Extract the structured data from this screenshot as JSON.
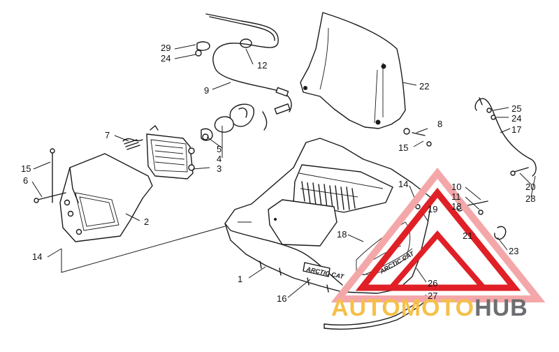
{
  "diagram": {
    "callouts": [
      {
        "id": "c29",
        "text": "29"
      },
      {
        "id": "c24a",
        "text": "24"
      },
      {
        "id": "c12",
        "text": "12"
      },
      {
        "id": "c9",
        "text": "9"
      },
      {
        "id": "c7",
        "text": "7"
      },
      {
        "id": "c5",
        "text": "5"
      },
      {
        "id": "c4",
        "text": "4"
      },
      {
        "id": "c3",
        "text": "3"
      },
      {
        "id": "c15a",
        "text": "15"
      },
      {
        "id": "c6",
        "text": "6"
      },
      {
        "id": "c2",
        "text": "2"
      },
      {
        "id": "c14a",
        "text": "14"
      },
      {
        "id": "c1",
        "text": "1"
      },
      {
        "id": "c16",
        "text": "16"
      },
      {
        "id": "c18",
        "text": "18"
      },
      {
        "id": "c14b",
        "text": "14"
      },
      {
        "id": "c19",
        "text": "19"
      },
      {
        "id": "c22",
        "text": "22"
      },
      {
        "id": "c8",
        "text": "8"
      },
      {
        "id": "c15b",
        "text": "15"
      },
      {
        "id": "c25",
        "text": "25"
      },
      {
        "id": "c24b",
        "text": "24"
      },
      {
        "id": "c17",
        "text": "17"
      },
      {
        "id": "c10",
        "text": "10"
      },
      {
        "id": "c11",
        "text": "11"
      },
      {
        "id": "c13",
        "text": "13"
      },
      {
        "id": "c20",
        "text": "20"
      },
      {
        "id": "c28",
        "text": "28"
      },
      {
        "id": "c21",
        "text": "21"
      },
      {
        "id": "c23",
        "text": "23"
      },
      {
        "id": "c26",
        "text": "26"
      },
      {
        "id": "c27",
        "text": "27"
      }
    ],
    "decal_text": "ARCTIC CAT",
    "hood_badge": "ARCTIC CAT"
  },
  "watermark": {
    "text_part1": "AUTOMOTO",
    "text_part2": "HUB",
    "colors": {
      "red": "#e01f26",
      "pink": "#f4a7a9",
      "gold": "#f5c04a",
      "gray": "#6d6e71"
    }
  }
}
